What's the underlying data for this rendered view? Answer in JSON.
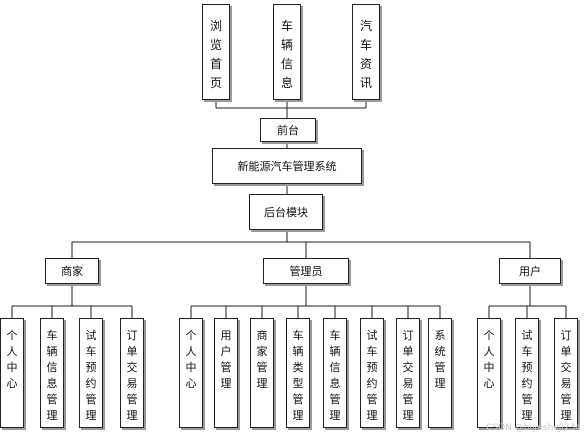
{
  "top_pages": [
    "浏览首页",
    "车辆信息",
    "汽车资讯"
  ],
  "frontend": "前台",
  "system": "新能源汽车管理系统",
  "backend": "后台模块",
  "roles": [
    {
      "name": "商家",
      "functions": [
        "个人中心",
        "车辆信息管理",
        "试车预约管理",
        "订单交易管理"
      ]
    },
    {
      "name": "管理员",
      "functions": [
        "个人中心",
        "用户管理",
        "商家管理",
        "车辆类型管理",
        "车辆信息管理",
        "试车预约管理",
        "订单交易管理",
        "系统管理"
      ]
    },
    {
      "name": "用户",
      "functions": [
        "个人中心",
        "试车预约管理",
        "订单交易管理"
      ]
    }
  ],
  "watermark": "CSDN @biyesheji234"
}
